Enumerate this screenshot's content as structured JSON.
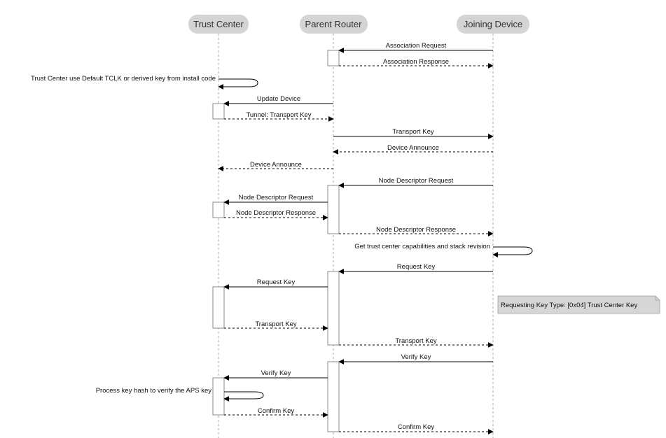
{
  "participants": [
    {
      "id": "tc",
      "label": "Trust Center"
    },
    {
      "id": "pr",
      "label": "Parent Router"
    },
    {
      "id": "jd",
      "label": "Joining Device"
    }
  ],
  "messages": [
    {
      "from": "jd",
      "to": "pr",
      "label": "Association Request",
      "style": "solid"
    },
    {
      "from": "pr",
      "to": "jd",
      "label": "Association Response",
      "style": "dashed"
    },
    {
      "from": "tc",
      "to": "tc",
      "label": "Trust Center use Default TCLK or derived key from install code",
      "style": "solid"
    },
    {
      "from": "pr",
      "to": "tc",
      "label": "Update Device",
      "style": "solid"
    },
    {
      "from": "tc",
      "to": "pr",
      "label": "Tunnel: Transport Key",
      "style": "dashed"
    },
    {
      "from": "pr",
      "to": "jd",
      "label": "Transport Key",
      "style": "solid"
    },
    {
      "from": "jd",
      "to": "pr",
      "label": "Device Announce",
      "style": "dashed"
    },
    {
      "from": "pr",
      "to": "tc",
      "label": "Device Announce",
      "style": "dashed"
    },
    {
      "from": "jd",
      "to": "pr",
      "label": "Node Descriptor Request",
      "style": "solid"
    },
    {
      "from": "pr",
      "to": "tc",
      "label": "Node Descriptor Request",
      "style": "solid"
    },
    {
      "from": "tc",
      "to": "pr",
      "label": "Node Descriptor Response",
      "style": "dashed"
    },
    {
      "from": "pr",
      "to": "jd",
      "label": "Node Descriptor Response",
      "style": "dashed"
    },
    {
      "from": "jd",
      "to": "jd",
      "label": "Get trust center capabilities and stack revision",
      "style": "solid"
    },
    {
      "from": "jd",
      "to": "pr",
      "label": "Request Key",
      "style": "solid"
    },
    {
      "from": "pr",
      "to": "tc",
      "label": "Request Key",
      "style": "solid"
    },
    {
      "from": "tc",
      "to": "pr",
      "label": "Transport Key",
      "style": "dashed"
    },
    {
      "from": "pr",
      "to": "jd",
      "label": "Transport Key",
      "style": "dashed"
    },
    {
      "from": "jd",
      "to": "pr",
      "label": "Verify Key",
      "style": "solid"
    },
    {
      "from": "pr",
      "to": "tc",
      "label": "Verify Key",
      "style": "solid"
    },
    {
      "from": "tc",
      "to": "tc",
      "label": "Process key hash to verify the APS key",
      "style": "solid"
    },
    {
      "from": "tc",
      "to": "pr",
      "label": "Confirm Key",
      "style": "dashed"
    },
    {
      "from": "pr",
      "to": "jd",
      "label": "Confirm Key",
      "style": "dashed"
    }
  ],
  "note": {
    "text": "Requesting Key Type: [0x04] Trust Center Key"
  },
  "colors": {
    "header_fill": "#d4d4d4",
    "note_fill": "#d6d6d6",
    "activation_fill": "#ffffff",
    "line": "#000000"
  }
}
